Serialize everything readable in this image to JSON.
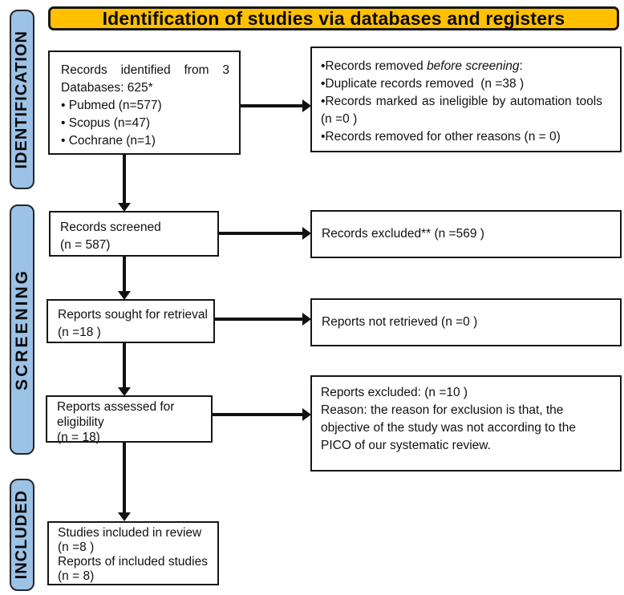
{
  "title": "Identification of studies via databases and registers",
  "stages": {
    "identification": "IDENTIFICATION",
    "screening": "SCREENING",
    "included": "INCLUDED"
  },
  "colors": {
    "header_bg": "#FFC000",
    "stage_bg": "#9CC2E5",
    "border": "#161616",
    "arrow": "#111111"
  },
  "boxes": {
    "records_identified": {
      "intro": "Records identified from 3 Databases: 625*",
      "bullets": [
        "• Pubmed (n=577)",
        "• Scopus (n=47)",
        "• Cochrane (n=1)"
      ]
    },
    "records_removed": {
      "bullet1_prefix": "•Records removed ",
      "bullet1_italic": "before screening",
      "bullet1_suffix": ":",
      "bullet2": "•Duplicate records removed  (n =38 )",
      "bullet3": "•Records marked as ineligible by automation tools (n =0 )",
      "bullet4": "•Records removed for other reasons (n = 0)"
    },
    "records_screened": {
      "line1": "Records screened",
      "line2": "(n = 587)"
    },
    "records_excluded": {
      "text": "Records excluded** (n =569 )"
    },
    "reports_sought": {
      "line1": "Reports sought for retrieval",
      "line2": "(n =18 )"
    },
    "reports_not_retrieved": {
      "text": "Reports not retrieved (n =0 )"
    },
    "reports_assessed": {
      "line1": "Reports assessed for",
      "line2": "eligibility",
      "line3": "(n = 18)"
    },
    "reports_excluded": {
      "line1": "Reports excluded: (n =10 )",
      "reason": "Reason: the reason for exclusion is that, the objective of the study was not according to the PICO of our systematic review."
    },
    "studies_included": {
      "line1": "Studies included in review",
      "line2": "(n =8 )",
      "line3": "Reports of included studies",
      "line4": "(n = 8)"
    }
  }
}
